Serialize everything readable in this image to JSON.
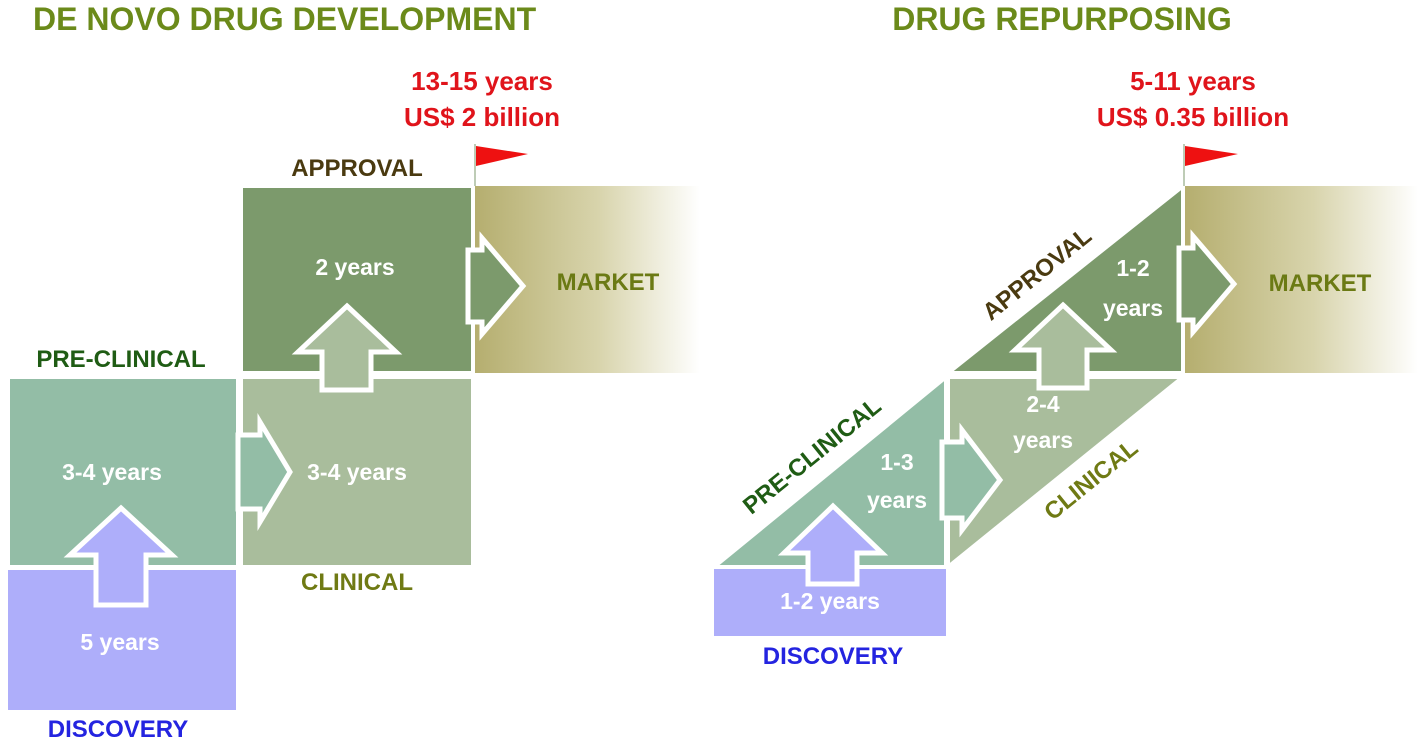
{
  "colors": {
    "heading": "#6b8a1a",
    "cost": "#e0141b",
    "discovery_fill": "#aeaefa",
    "discovery_label": "#2424e0",
    "preclinical_fill": "#93bda6",
    "preclinical_label": "#1f5c14",
    "clinical_fill": "#a9bd9c",
    "clinical_label": "#6f7a14",
    "approval_fill": "#7c9a6c",
    "approval_label": "#4a3a10",
    "market_fill": "#b9b37a",
    "market_label": "#6b7a14",
    "flag": "#ee1111"
  },
  "de_novo": {
    "title": "DE NOVO DRUG DEVELOPMENT",
    "total_time": "13-15 years",
    "total_cost": "US$ 2 billion",
    "stages": {
      "discovery": {
        "label": "DISCOVERY",
        "duration": "5 years"
      },
      "preclinical": {
        "label": "PRE-CLINICAL",
        "duration": "3-4 years"
      },
      "clinical": {
        "label": "CLINICAL",
        "duration": "3-4 years"
      },
      "approval": {
        "label": "APPROVAL",
        "duration": "2 years"
      },
      "market": {
        "label": "MARKET"
      }
    }
  },
  "repurposing": {
    "title": "DRUG REPURPOSING",
    "total_time": "5-11 years",
    "total_cost": "US$ 0.35 billion",
    "stages": {
      "discovery": {
        "label": "DISCOVERY",
        "duration": "1-2 years"
      },
      "preclinical": {
        "label": "PRE-CLINICAL",
        "duration_line1": "1-3",
        "duration_line2": "years"
      },
      "clinical": {
        "label": "CLINICAL",
        "duration_line1": "2-4",
        "duration_line2": "years"
      },
      "approval": {
        "label": "APPROVAL",
        "duration_line1": "1-2",
        "duration_line2": "years"
      },
      "market": {
        "label": "MARKET"
      }
    }
  }
}
